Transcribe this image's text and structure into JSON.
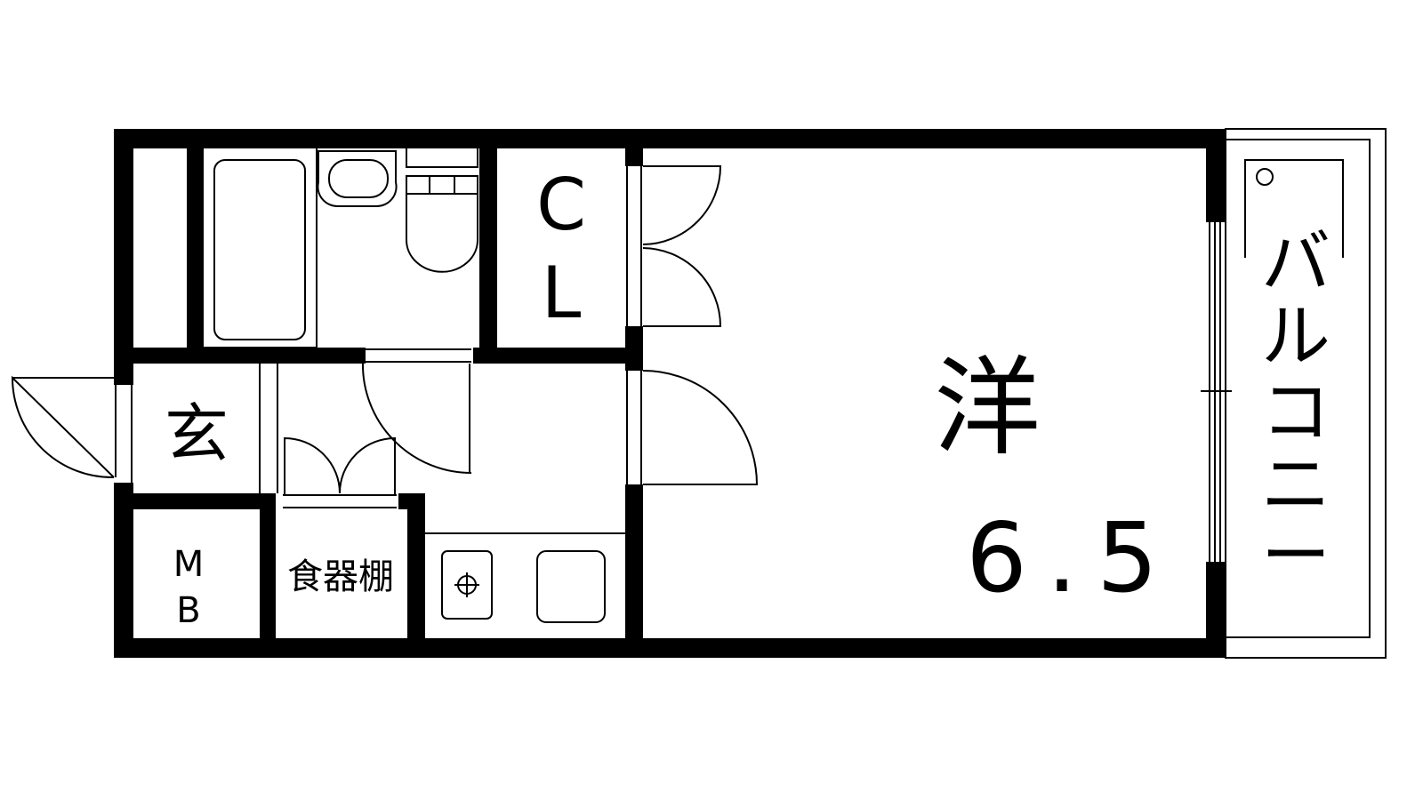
{
  "floor_plan": {
    "rooms": {
      "western_room": {
        "label": "洋",
        "size": "6.5"
      },
      "closet": {
        "line1": "C",
        "line2": "L"
      },
      "entrance": {
        "label": "玄"
      },
      "meter_box": {
        "line1": "M",
        "line2": "B"
      },
      "cupboard": {
        "label": "食器棚"
      },
      "balcony": {
        "chars": [
          "バ",
          "ル",
          "コ",
          "ニ",
          "ー"
        ]
      }
    }
  }
}
